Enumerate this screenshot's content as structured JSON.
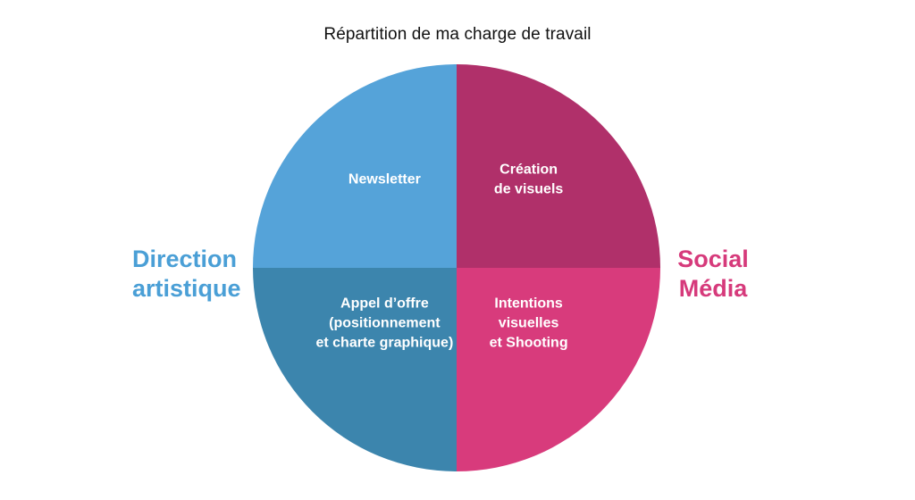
{
  "chart_data": {
    "type": "pie",
    "title": "Répartition de ma charge de travail",
    "slices": [
      {
        "label_lines": [
          "Création",
          "de visuels"
        ],
        "value": 25,
        "color": "#b0306a",
        "group": "Social Média"
      },
      {
        "label_lines": [
          "Intentions",
          "visuelles",
          "et Shooting"
        ],
        "value": 25,
        "color": "#d83b7c",
        "group": "Social Média"
      },
      {
        "label_lines": [
          "Appel d’offre",
          "(positionnement",
          "et charte graphique)"
        ],
        "value": 25,
        "color": "#3c85ad",
        "group": "Direction artistique"
      },
      {
        "label_lines": [
          "Newsletter"
        ],
        "value": 25,
        "color": "#55a3d9",
        "group": "Direction artistique"
      }
    ],
    "groups": [
      {
        "lines": [
          "Direction",
          "artistique"
        ],
        "color": "#4a9fd6",
        "position": "left"
      },
      {
        "lines": [
          "Social",
          "Média"
        ],
        "color": "#d63a7b",
        "position": "right"
      }
    ]
  }
}
